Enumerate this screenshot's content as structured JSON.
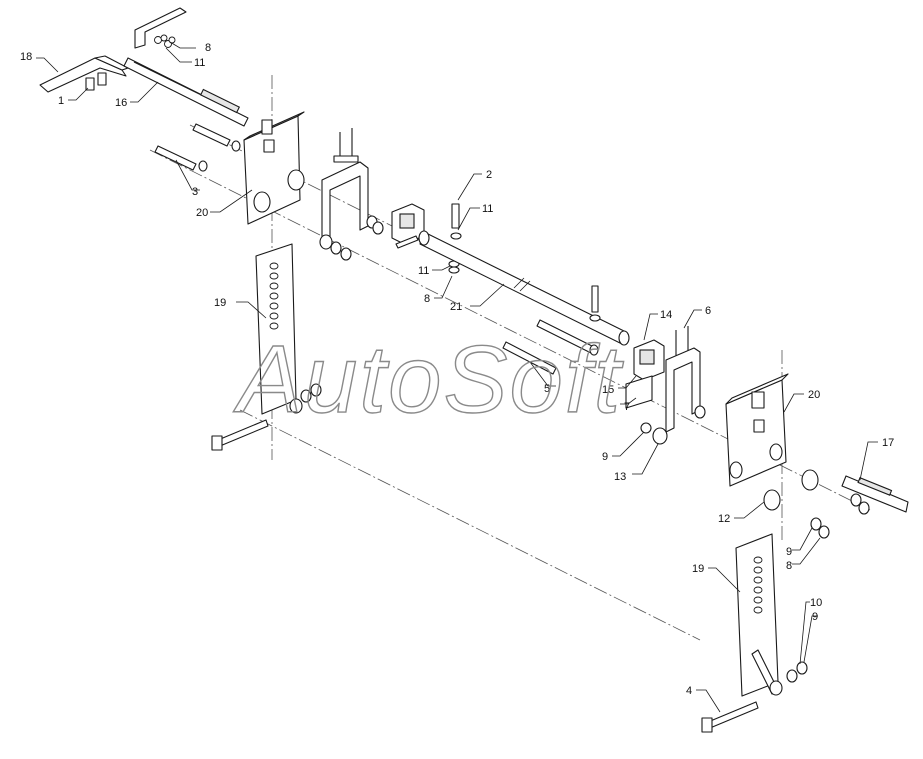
{
  "watermark": "AutoSoft",
  "callouts": {
    "c1": "1",
    "c2": "2",
    "c3": "3",
    "c4": "4",
    "c5": "5",
    "c6": "6",
    "c7": "7",
    "c8a": "8",
    "c8b": "8",
    "c8c": "8",
    "c9a": "9",
    "c9b": "9",
    "c9c": "9",
    "c10": "10",
    "c11a": "11",
    "c11b": "11",
    "c11c": "11",
    "c12": "12",
    "c13": "13",
    "c14": "14",
    "c15": "15",
    "c16": "16",
    "c17": "17",
    "c18": "18",
    "c19a": "19",
    "c19b": "19",
    "c20a": "20",
    "c20b": "20",
    "c21": "21"
  }
}
